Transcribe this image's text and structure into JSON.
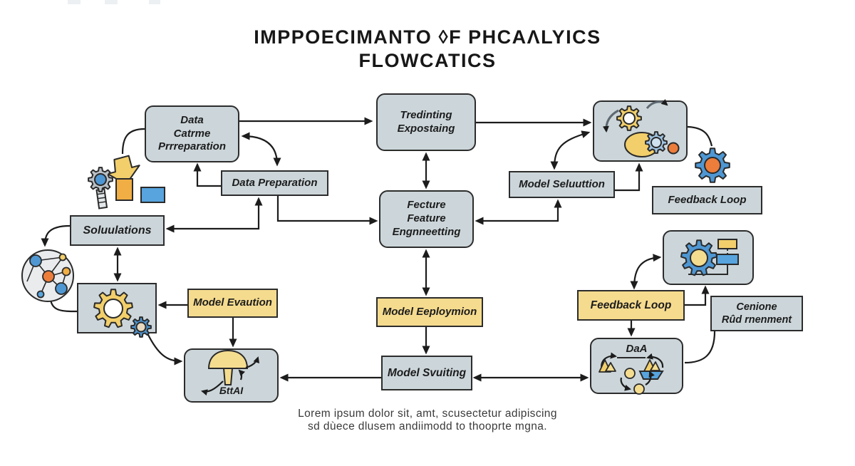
{
  "title": {
    "line1": "IMPPOECIMANTO ◊F PHCAΛLYICS",
    "line2": "FLOWCATICS"
  },
  "nodes": {
    "data_catrme": {
      "label": "Data\nCatrme\nPrrreparation"
    },
    "data_preparation": {
      "label": "Data Preparation"
    },
    "tredinting": {
      "label": "Tredinting\nExpostaing"
    },
    "model_seluuttion": {
      "label": "Model Seluuttion"
    },
    "feedback_loop_top": {
      "label": "Feedback Loop"
    },
    "soluulations": {
      "label": "Soluulations"
    },
    "feature_engineering": {
      "label": "Fecture\nFeature\nEngnneetting"
    },
    "model_evaution": {
      "label": "Model Evaution"
    },
    "model_eeploymion": {
      "label": "Model Eeploymion"
    },
    "model_svuiting": {
      "label": "Model Svuiting"
    },
    "feedback_loop_bottom": {
      "label": "Feedback Loop"
    },
    "cenione": {
      "label": "Cenione\nRûd rnenment"
    },
    "daa": {
      "label": "DaA"
    },
    "bttai": {
      "label": "БttAI"
    }
  },
  "footer": {
    "line1": "Lorem ipsum dolor sit, amt, scusectetur adipiscing",
    "line2": "sd dùece dlusem andiimodd to thooprte mgna."
  },
  "icons": [
    "gear-magnifier-icon",
    "download-arrow-icon",
    "orange-square-icon",
    "blue-rect-icon",
    "network-graph-icon",
    "gears-cluster-icon",
    "blue-gear-orange-core-icon",
    "yellow-gear-pair-icon",
    "mushroom-cycle-icon",
    "gear-settings-icon",
    "data-cycle-icon"
  ],
  "colors": {
    "box_gray": "#ccd6da",
    "box_yellow": "#f5db8e",
    "border": "#2c2c2c",
    "arrow": "#1c1c1c",
    "accent_blue": "#4e97d3",
    "accent_light_blue": "#57a4de",
    "accent_orange": "#ed7d3b",
    "accent_amber": "#f0ae44",
    "accent_yellow": "#f2cf6b"
  }
}
